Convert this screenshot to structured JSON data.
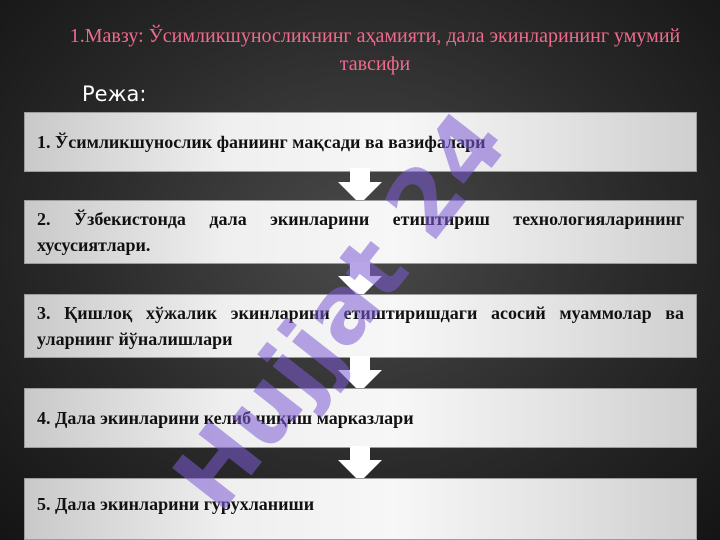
{
  "title": "1.Мавзу: Ўсимликшуносликнинг аҳамияти, дала экинларининг умумий тавсифи",
  "plan_label": "Режа:",
  "steps": [
    "1. Ўсимликшунослик фаниинг мақсади ва вазифалари",
    "2. Ўзбекистонда дала экинларини етиштириш технологияларининг хусусиятлари.",
    "3. Қишлоқ хўжалик экинларини етиштиришдаги асосий муаммолар ва уларнинг йўналишлари",
    "4. Дала экинларини келиб чиқиш марказлари",
    "5. Дала экинларини гурухланиши"
  ],
  "watermark": "Hujjat 24",
  "colors": {
    "title": "#f06a8c",
    "watermark": "#7b5bd6",
    "arrow": "#ffffff"
  }
}
